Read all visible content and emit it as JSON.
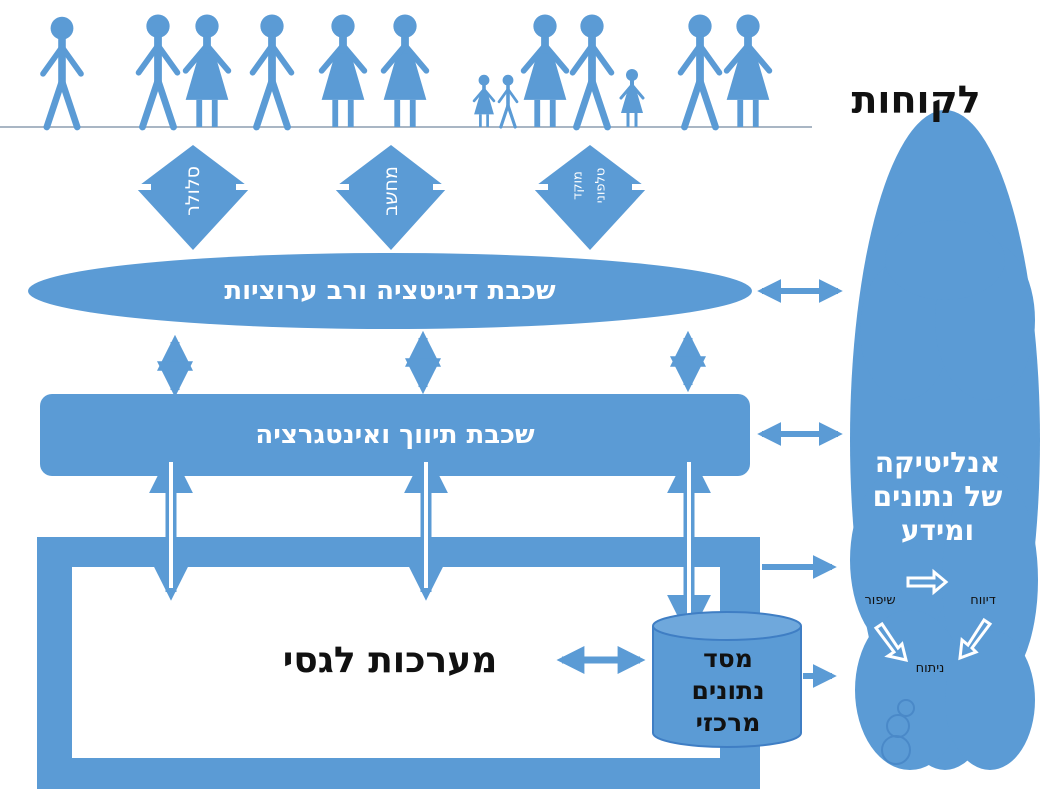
{
  "customers": {
    "label": "לקוחות"
  },
  "channels": [
    {
      "label": "סלולר"
    },
    {
      "label": "מחשב"
    },
    {
      "label_line1": "מוקד",
      "label_line2": "טלפוני"
    }
  ],
  "digitization_layer": {
    "label": "שכבת דיגיטציה ורב ערוציות"
  },
  "routing_layer": {
    "label": "שכבת תיווך ואינטגרציה"
  },
  "legacy": {
    "label": "מערכות לגסי"
  },
  "database": {
    "line1": "מסד",
    "line2": "נתונים",
    "line3": "מרכזי"
  },
  "analytics": {
    "line1": "אנליטיקה",
    "line2": "של נתונים",
    "line3": "ומידע",
    "cycle": {
      "report": "דיווח",
      "analysis": "ניתוח",
      "improve": "שיפור"
    }
  },
  "colors": {
    "primary": "#5b9bd5",
    "dark": "#3f7ec4",
    "text": "#111111"
  }
}
